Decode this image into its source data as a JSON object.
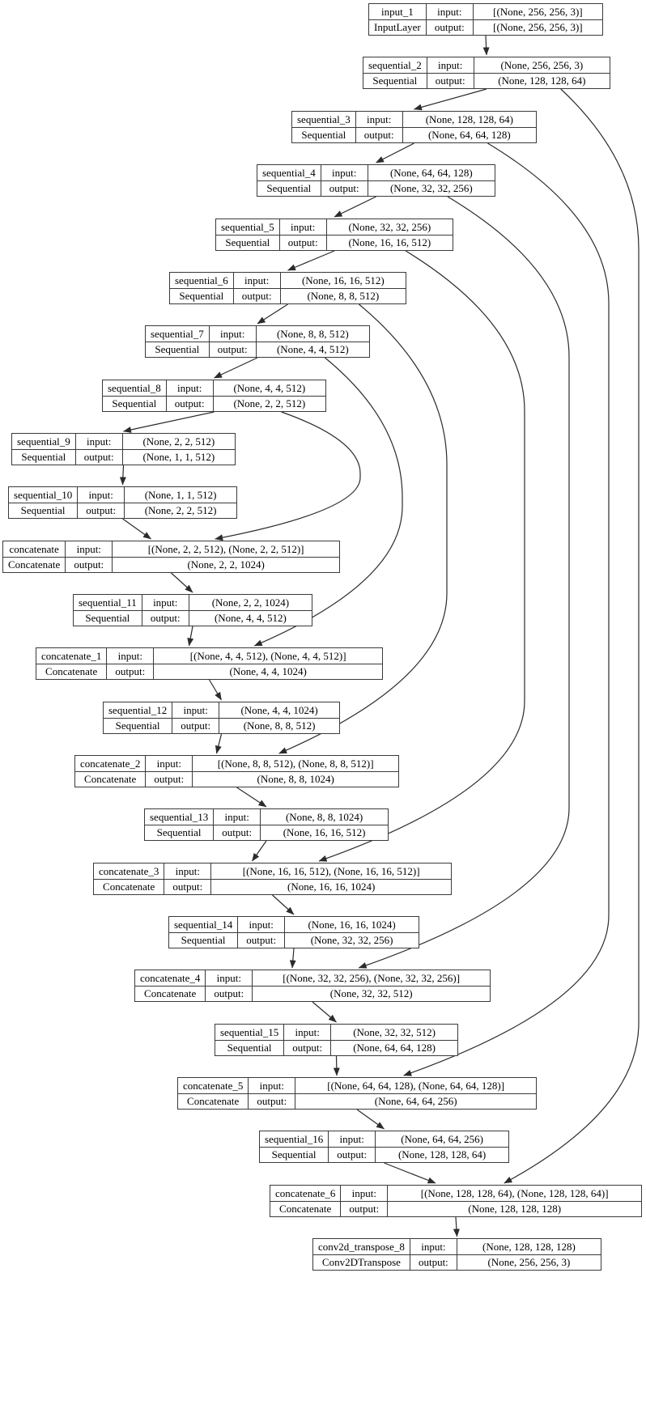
{
  "diagram": {
    "type": "keras-model-architecture-graph",
    "labels": {
      "input": "input:",
      "output": "output:"
    },
    "nodes": [
      {
        "id": "input_1",
        "layer_type": "InputLayer",
        "input_shape": "[(None, 256, 256, 3)]",
        "output_shape": "[(None, 256, 256, 3)]"
      },
      {
        "id": "sequential_2",
        "layer_type": "Sequential",
        "input_shape": "(None, 256, 256, 3)",
        "output_shape": "(None, 128, 128, 64)"
      },
      {
        "id": "sequential_3",
        "layer_type": "Sequential",
        "input_shape": "(None, 128, 128, 64)",
        "output_shape": "(None, 64, 64, 128)"
      },
      {
        "id": "sequential_4",
        "layer_type": "Sequential",
        "input_shape": "(None, 64, 64, 128)",
        "output_shape": "(None, 32, 32, 256)"
      },
      {
        "id": "sequential_5",
        "layer_type": "Sequential",
        "input_shape": "(None, 32, 32, 256)",
        "output_shape": "(None, 16, 16, 512)"
      },
      {
        "id": "sequential_6",
        "layer_type": "Sequential",
        "input_shape": "(None, 16, 16, 512)",
        "output_shape": "(None, 8, 8, 512)"
      },
      {
        "id": "sequential_7",
        "layer_type": "Sequential",
        "input_shape": "(None, 8, 8, 512)",
        "output_shape": "(None, 4, 4, 512)"
      },
      {
        "id": "sequential_8",
        "layer_type": "Sequential",
        "input_shape": "(None, 4, 4, 512)",
        "output_shape": "(None, 2, 2, 512)"
      },
      {
        "id": "sequential_9",
        "layer_type": "Sequential",
        "input_shape": "(None, 2, 2, 512)",
        "output_shape": "(None, 1, 1, 512)"
      },
      {
        "id": "sequential_10",
        "layer_type": "Sequential",
        "input_shape": "(None, 1, 1, 512)",
        "output_shape": "(None, 2, 2, 512)"
      },
      {
        "id": "concatenate",
        "layer_type": "Concatenate",
        "input_shape": "[(None, 2, 2, 512), (None, 2, 2, 512)]",
        "output_shape": "(None, 2, 2, 1024)"
      },
      {
        "id": "sequential_11",
        "layer_type": "Sequential",
        "input_shape": "(None, 2, 2, 1024)",
        "output_shape": "(None, 4, 4, 512)"
      },
      {
        "id": "concatenate_1",
        "layer_type": "Concatenate",
        "input_shape": "[(None, 4, 4, 512), (None, 4, 4, 512)]",
        "output_shape": "(None, 4, 4, 1024)"
      },
      {
        "id": "sequential_12",
        "layer_type": "Sequential",
        "input_shape": "(None, 4, 4, 1024)",
        "output_shape": "(None, 8, 8, 512)"
      },
      {
        "id": "concatenate_2",
        "layer_type": "Concatenate",
        "input_shape": "[(None, 8, 8, 512), (None, 8, 8, 512)]",
        "output_shape": "(None, 8, 8, 1024)"
      },
      {
        "id": "sequential_13",
        "layer_type": "Sequential",
        "input_shape": "(None, 8, 8, 1024)",
        "output_shape": "(None, 16, 16, 512)"
      },
      {
        "id": "concatenate_3",
        "layer_type": "Concatenate",
        "input_shape": "[(None, 16, 16, 512), (None, 16, 16, 512)]",
        "output_shape": "(None, 16, 16, 1024)"
      },
      {
        "id": "sequential_14",
        "layer_type": "Sequential",
        "input_shape": "(None, 16, 16, 1024)",
        "output_shape": "(None, 32, 32, 256)"
      },
      {
        "id": "concatenate_4",
        "layer_type": "Concatenate",
        "input_shape": "[(None, 32, 32, 256), (None, 32, 32, 256)]",
        "output_shape": "(None, 32, 32, 512)"
      },
      {
        "id": "sequential_15",
        "layer_type": "Sequential",
        "input_shape": "(None, 32, 32, 512)",
        "output_shape": "(None, 64, 64, 128)"
      },
      {
        "id": "concatenate_5",
        "layer_type": "Concatenate",
        "input_shape": "[(None, 64, 64, 128), (None, 64, 64, 128)]",
        "output_shape": "(None, 64, 64, 256)"
      },
      {
        "id": "sequential_16",
        "layer_type": "Sequential",
        "input_shape": "(None, 64, 64, 256)",
        "output_shape": "(None, 128, 128, 64)"
      },
      {
        "id": "concatenate_6",
        "layer_type": "Concatenate",
        "input_shape": "[(None, 128, 128, 64), (None, 128, 128, 64)]",
        "output_shape": "(None, 128, 128, 128)"
      },
      {
        "id": "conv2d_transpose_8",
        "layer_type": "Conv2DTranspose",
        "input_shape": "(None, 128, 128, 128)",
        "output_shape": "(None, 256, 256, 3)"
      }
    ],
    "edges": [
      {
        "from": "input_1",
        "to": "sequential_2",
        "kind": "direct"
      },
      {
        "from": "sequential_2",
        "to": "sequential_3",
        "kind": "direct"
      },
      {
        "from": "sequential_3",
        "to": "sequential_4",
        "kind": "direct"
      },
      {
        "from": "sequential_4",
        "to": "sequential_5",
        "kind": "direct"
      },
      {
        "from": "sequential_5",
        "to": "sequential_6",
        "kind": "direct"
      },
      {
        "from": "sequential_6",
        "to": "sequential_7",
        "kind": "direct"
      },
      {
        "from": "sequential_7",
        "to": "sequential_8",
        "kind": "direct"
      },
      {
        "from": "sequential_8",
        "to": "sequential_9",
        "kind": "direct"
      },
      {
        "from": "sequential_9",
        "to": "sequential_10",
        "kind": "direct"
      },
      {
        "from": "sequential_10",
        "to": "concatenate",
        "kind": "direct"
      },
      {
        "from": "sequential_8",
        "to": "concatenate",
        "kind": "skip"
      },
      {
        "from": "concatenate",
        "to": "sequential_11",
        "kind": "direct"
      },
      {
        "from": "sequential_11",
        "to": "concatenate_1",
        "kind": "direct"
      },
      {
        "from": "sequential_7",
        "to": "concatenate_1",
        "kind": "skip"
      },
      {
        "from": "concatenate_1",
        "to": "sequential_12",
        "kind": "direct"
      },
      {
        "from": "sequential_12",
        "to": "concatenate_2",
        "kind": "direct"
      },
      {
        "from": "sequential_6",
        "to": "concatenate_2",
        "kind": "skip"
      },
      {
        "from": "concatenate_2",
        "to": "sequential_13",
        "kind": "direct"
      },
      {
        "from": "sequential_13",
        "to": "concatenate_3",
        "kind": "direct"
      },
      {
        "from": "sequential_5",
        "to": "concatenate_3",
        "kind": "skip"
      },
      {
        "from": "concatenate_3",
        "to": "sequential_14",
        "kind": "direct"
      },
      {
        "from": "sequential_14",
        "to": "concatenate_4",
        "kind": "direct"
      },
      {
        "from": "sequential_4",
        "to": "concatenate_4",
        "kind": "skip"
      },
      {
        "from": "concatenate_4",
        "to": "sequential_15",
        "kind": "direct"
      },
      {
        "from": "sequential_15",
        "to": "concatenate_5",
        "kind": "direct"
      },
      {
        "from": "sequential_3",
        "to": "concatenate_5",
        "kind": "skip"
      },
      {
        "from": "concatenate_5",
        "to": "sequential_16",
        "kind": "direct"
      },
      {
        "from": "sequential_16",
        "to": "concatenate_6",
        "kind": "direct"
      },
      {
        "from": "sequential_2",
        "to": "concatenate_6",
        "kind": "skip"
      },
      {
        "from": "concatenate_6",
        "to": "conv2d_transpose_8",
        "kind": "direct"
      }
    ]
  }
}
